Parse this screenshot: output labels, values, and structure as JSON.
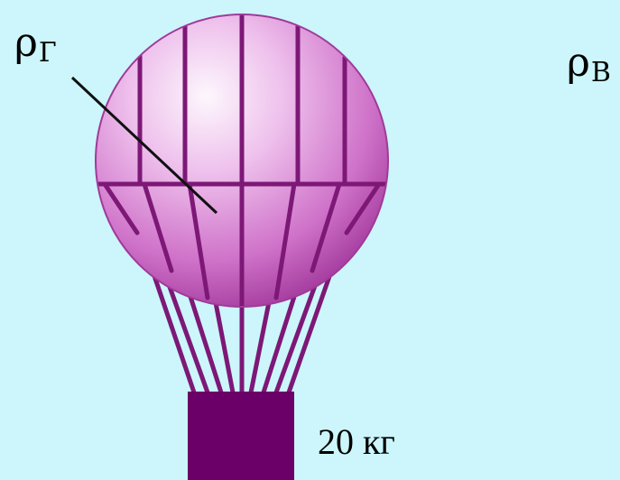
{
  "labels": {
    "gas_density": {
      "symbol": "ρ",
      "subscript": "Г"
    },
    "air_density": {
      "symbol": "ρ",
      "subscript": "В"
    },
    "mass": "20 кг"
  },
  "colors": {
    "background": "#ccf6fb",
    "balloon_light": "#fbeefb",
    "balloon_mid": "#e9a9e6",
    "balloon_dark": "#b249ab",
    "ribs": "#7d1877",
    "basket": "#6b0068",
    "pointer_line": "#000000"
  }
}
